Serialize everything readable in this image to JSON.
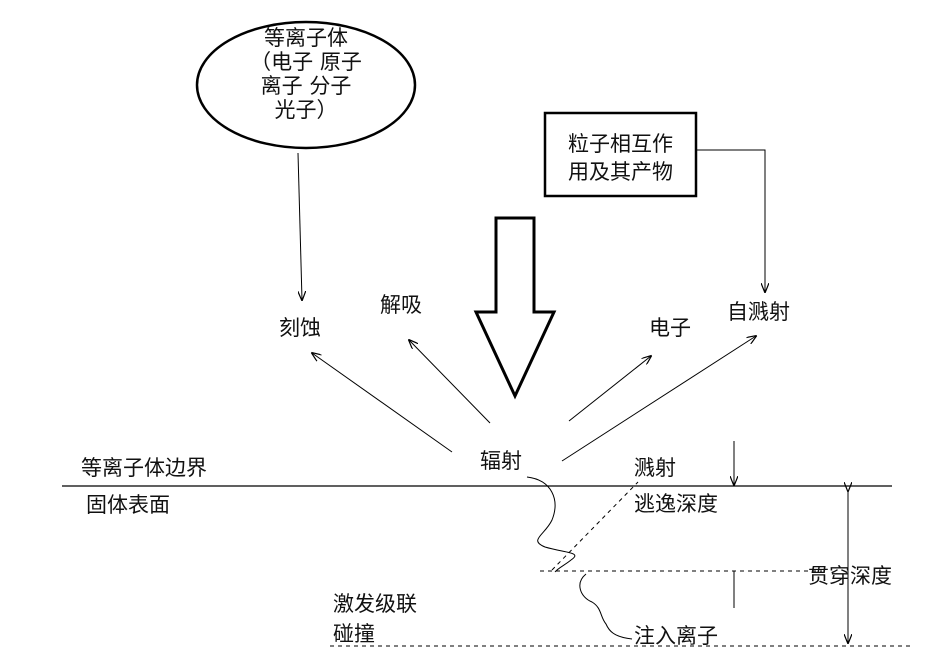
{
  "plasma_box": {
    "title": "等离子体",
    "line2": "（电子  原子",
    "line3": "离子  分子",
    "line4": "光子）"
  },
  "interaction_box": {
    "line1": "粒子相互作",
    "line2": "用及其产物"
  },
  "labels": {
    "etching": "刻蚀",
    "desorption": "解吸",
    "electron": "电子",
    "self_sputtering": "自溅射",
    "radiation": "辐射",
    "plasma_boundary": "等离子体边界",
    "solid_surface": "固体表面",
    "sputtering": "溅射",
    "escape_depth": "逃逸深度",
    "penetration_depth": "贯穿深度",
    "cascade_line1": "激发级联",
    "cascade_line2": "碰撞",
    "implanted_ions": "注入离子"
  }
}
